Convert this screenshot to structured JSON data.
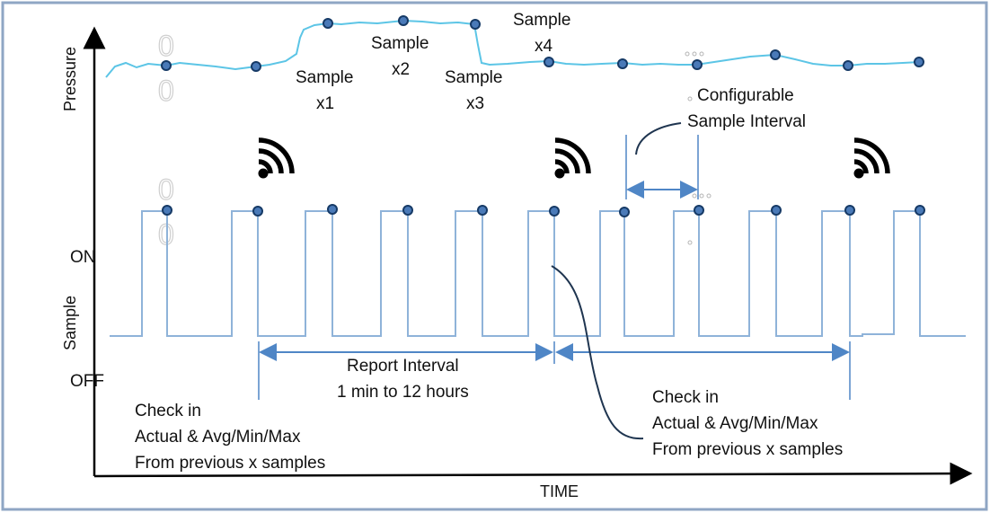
{
  "axes": {
    "y_top_label": "Pressure",
    "y_bottom_label": "Sample",
    "x_label": "TIME",
    "on_label": "ON",
    "off_label": "OFF"
  },
  "samples": [
    {
      "line1": "Sample",
      "line2": "x1"
    },
    {
      "line1": "Sample",
      "line2": "x2"
    },
    {
      "line1": "Sample",
      "line2": "x3"
    },
    {
      "line1": "Sample",
      "line2": "x4"
    }
  ],
  "configurable": {
    "line1": "Configurable",
    "line2": "Sample Interval"
  },
  "report_interval": {
    "line1": "Report Interval",
    "line2": "1 min to 12 hours"
  },
  "check_in_left": {
    "line1": "Check in",
    "line2": "Actual & Avg/Min/Max",
    "line3": "From previous x samples"
  },
  "check_in_right": {
    "line1": "Check in",
    "line2": "Actual & Avg/Min/Max",
    "line3": "From previous x samples"
  },
  "icons": [
    "wifi-icon",
    "wifi-icon",
    "wifi-icon"
  ],
  "ghost_glyph": "0",
  "colors": {
    "border": "#8fa6c4",
    "pressure_line": "#5cc5e6",
    "pulse_line": "#8fb3d9",
    "dot_fill": "#4a7ab8",
    "dot_stroke": "#163a66",
    "arrow": "#4f86c6",
    "leader": "#1f3550"
  }
}
